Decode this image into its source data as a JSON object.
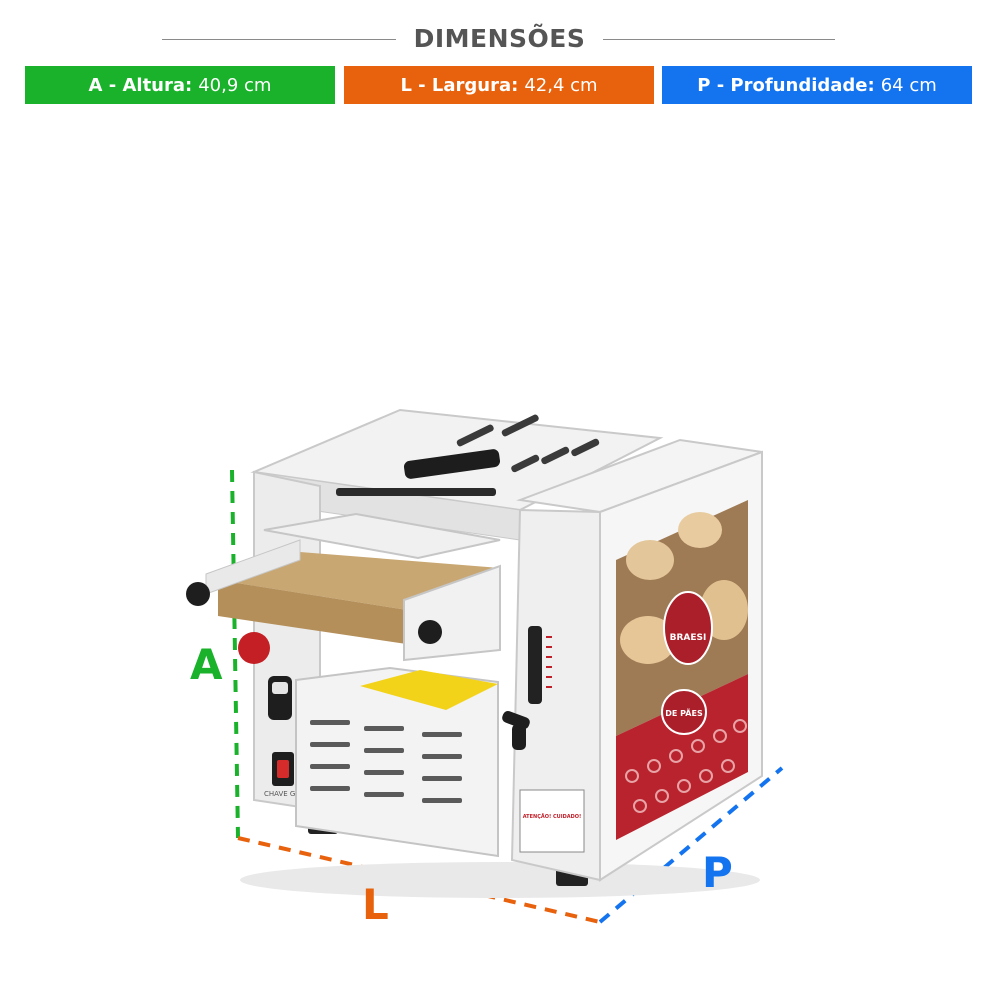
{
  "header": {
    "title": "DIMENSÕES"
  },
  "dimensions": [
    {
      "label": "A - Altura:",
      "value": "40,9 cm",
      "color": "#19b22a"
    },
    {
      "label": "L - Largura:",
      "value": "42,4 cm",
      "color": "#e8620d"
    },
    {
      "label": "P - Profundidade:",
      "value": "64 cm",
      "color": "#1474f0"
    }
  ],
  "axis_letters": {
    "height": "A",
    "width": "L",
    "depth": "P"
  },
  "machine": {
    "brand_logo_text": "BRAESI",
    "product_logo_text": "DE PÃES",
    "warning_text": "ATENÇÃO! CUIDADO!",
    "switch_label": "CHAVE GERAL"
  }
}
